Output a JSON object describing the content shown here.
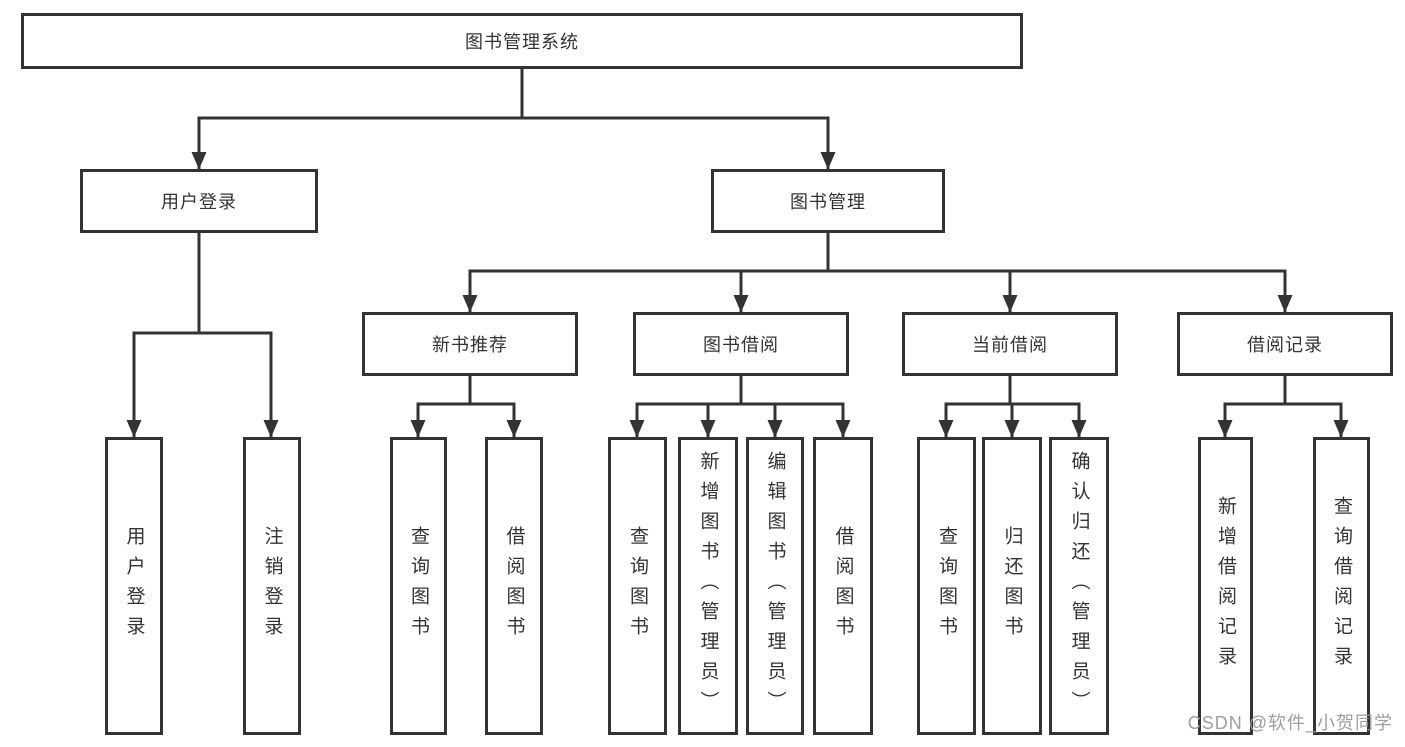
{
  "diagram": {
    "root": {
      "label": "图书管理系统"
    },
    "branches": [
      {
        "label": "用户登录",
        "children": [
          {
            "label": "用户登录"
          },
          {
            "label": "注销登录"
          }
        ]
      },
      {
        "label": "图书管理",
        "groups": [
          {
            "label": "新书推荐",
            "children": [
              {
                "label": "查询图书"
              },
              {
                "label": "借阅图书"
              }
            ]
          },
          {
            "label": "图书借阅",
            "children": [
              {
                "label": "查询图书"
              },
              {
                "label": "新增图书（管理员）"
              },
              {
                "label": "编辑图书（管理员）"
              },
              {
                "label": "借阅图书"
              }
            ]
          },
          {
            "label": "当前借阅",
            "children": [
              {
                "label": "查询图书"
              },
              {
                "label": "归还图书"
              },
              {
                "label": "确认归还（管理员）"
              }
            ]
          },
          {
            "label": "借阅记录",
            "children": [
              {
                "label": "新增借阅记录"
              },
              {
                "label": "查询借阅记录"
              }
            ]
          }
        ]
      }
    ],
    "watermark": "CSDN @软件_小贺同学"
  },
  "colors": {
    "line": "#333333",
    "text": "#333333",
    "watermark": "#9b9ea4",
    "background": "#ffffff"
  }
}
